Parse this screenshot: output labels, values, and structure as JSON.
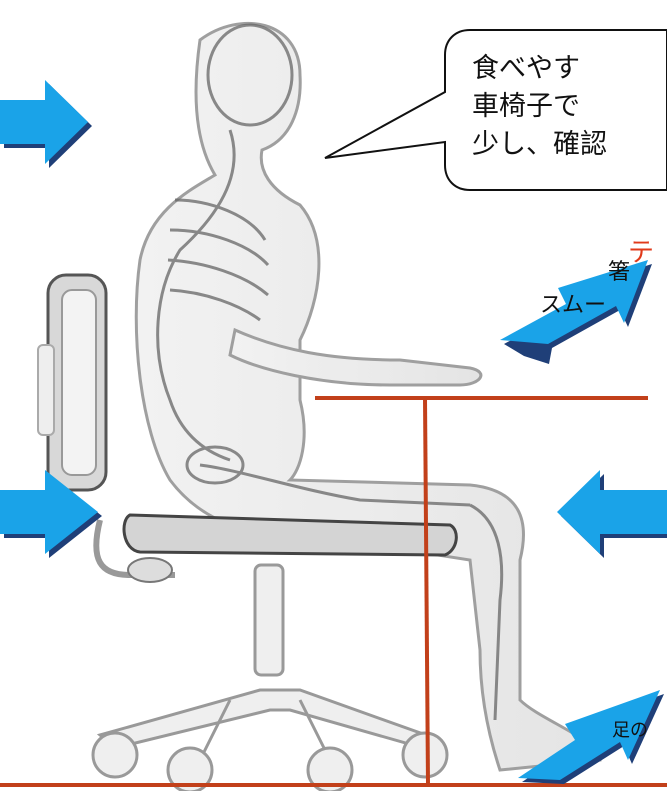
{
  "speech_bubble": {
    "lines": [
      "食べやす",
      "車椅子で",
      "少し、確認"
    ]
  },
  "labels": {
    "red_partial": "テ",
    "chopsticks_line1": "箸",
    "chopsticks_line2": "スムー",
    "feet_partial": "足の"
  },
  "colors": {
    "arrow": "#1aa3e8",
    "arrow_shadow": "#1f3f78",
    "guide_line": "#c2401a",
    "outline": "#9a9a9a",
    "label_red": "#e0391a"
  },
  "icons": [
    "arrow-right-icon",
    "arrow-left-icon",
    "arrow-down-left-icon"
  ]
}
